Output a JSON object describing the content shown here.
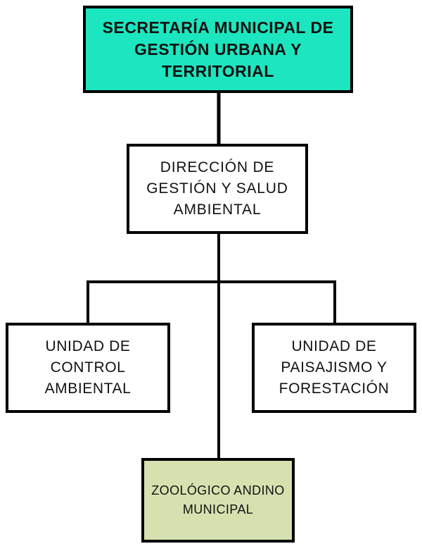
{
  "theme": {
    "top_fill": "#1ce6bf",
    "node_fill": "#ffffff",
    "zoo_fill": "#d6e1b0",
    "line_color": "#000000"
  },
  "nodes": {
    "secretaria": {
      "lines": [
        "SECRETARÍA MUNICIPAL DE",
        "GESTIÓN URBANA Y",
        "TERRITORIAL"
      ]
    },
    "direccion": {
      "lines": [
        "DIRECCIÓN DE",
        "GESTIÓN Y SALUD",
        "AMBIENTAL"
      ]
    },
    "control": {
      "lines": [
        "UNIDAD DE",
        "CONTROL",
        "AMBIENTAL"
      ]
    },
    "paisajismo": {
      "lines": [
        "UNIDAD DE",
        "PAISAJISMO Y",
        "FORESTACIÓN"
      ]
    },
    "zoologico": {
      "lines": [
        "ZOOLÓGICO ANDINO",
        "MUNICIPAL"
      ]
    }
  }
}
